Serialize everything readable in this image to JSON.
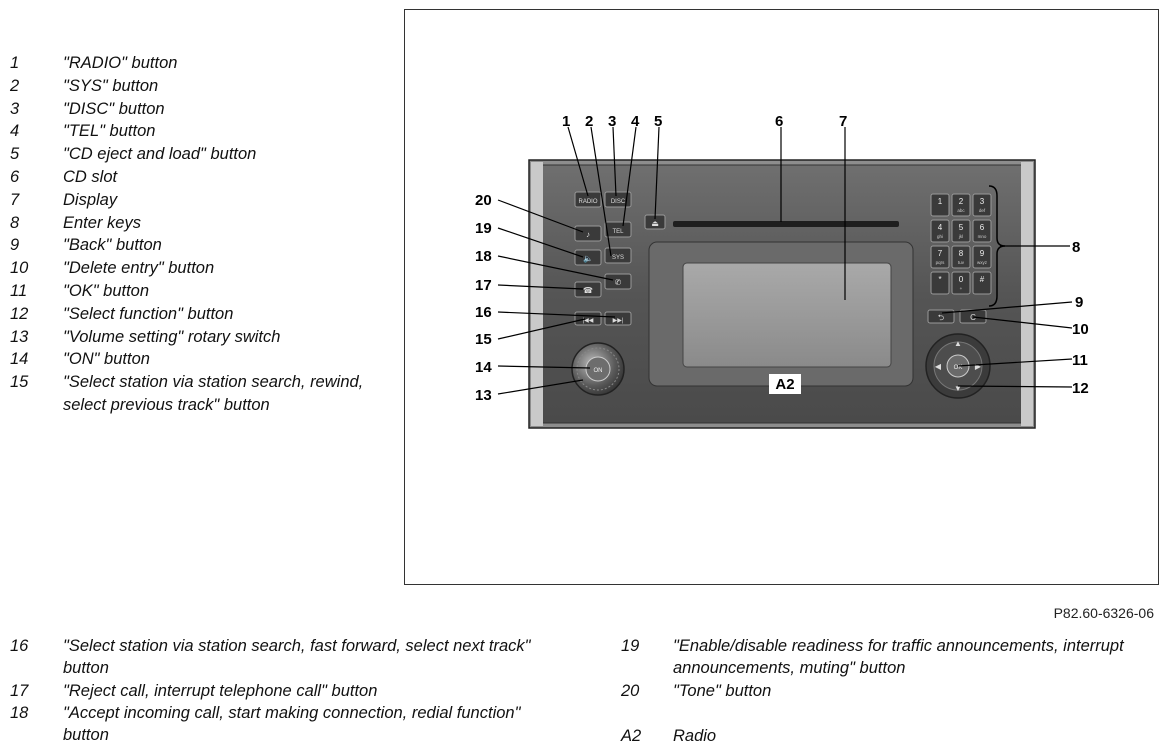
{
  "legend_top": [
    {
      "num": "1",
      "text": "\"RADIO\" button"
    },
    {
      "num": "2",
      "text": "\"SYS\" button"
    },
    {
      "num": "3",
      "text": "\"DISC\" button"
    },
    {
      "num": "4",
      "text": "\"TEL\" button"
    },
    {
      "num": "5",
      "text": "\"CD eject and load\" button"
    },
    {
      "num": "6",
      "text": "CD slot"
    },
    {
      "num": "7",
      "text": "Display"
    },
    {
      "num": "8",
      "text": "Enter keys"
    },
    {
      "num": "9",
      "text": "\"Back\" button"
    },
    {
      "num": "10",
      "text": "\"Delete entry\" button"
    },
    {
      "num": "11",
      "text": "\"OK\" button"
    },
    {
      "num": "12",
      "text": "\"Select function\" button"
    },
    {
      "num": "13",
      "text": "\"Volume setting\" rotary switch"
    },
    {
      "num": "14",
      "text": "\"ON\" button"
    },
    {
      "num": "15",
      "text": "\"Select station via station search, rewind, select previous track\" button"
    }
  ],
  "legend_bottom_left": [
    {
      "num": "16",
      "text": "\"Select station via station search, fast forward, select next track\" button"
    },
    {
      "num": "17",
      "text": "\"Reject call, interrupt telephone call\" button"
    },
    {
      "num": "18",
      "text": "\"Accept incoming call, start making connection, redial function\" button"
    }
  ],
  "legend_bottom_right": [
    {
      "num": "19",
      "text": "\"Enable/disable readiness for traffic announcements, interrupt announcements, muting\" button"
    },
    {
      "num": "20",
      "text": "\"Tone\" button"
    },
    {
      "num": "A2",
      "text": "Radio"
    }
  ],
  "figure": {
    "code": "P82.60-6326-06",
    "unit_label": "A2",
    "callouts": [
      "1",
      "2",
      "3",
      "4",
      "5",
      "6",
      "7",
      "8",
      "9",
      "10",
      "11",
      "12",
      "13",
      "14",
      "15",
      "16",
      "17",
      "18",
      "19",
      "20"
    ],
    "button_labels": {
      "radio": "RADIO",
      "disc": "DISC",
      "tel": "TEL",
      "sys": "SYS",
      "prev": "|◀◀",
      "next": "▶▶|",
      "back": "⮌",
      "delete": "C",
      "ok": "OK",
      "on": "ON"
    },
    "keypad": [
      {
        "n": "1",
        "s": ""
      },
      {
        "n": "2",
        "s": "abc"
      },
      {
        "n": "3",
        "s": "def"
      },
      {
        "n": "4",
        "s": "ghi"
      },
      {
        "n": "5",
        "s": "jkl"
      },
      {
        "n": "6",
        "s": "mno"
      },
      {
        "n": "7",
        "s": "pqrs"
      },
      {
        "n": "8",
        "s": "tuv"
      },
      {
        "n": "9",
        "s": "wxyz"
      },
      {
        "n": "*",
        "s": ""
      },
      {
        "n": "0",
        "s": "+"
      },
      {
        "n": "#",
        "s": ""
      }
    ]
  }
}
